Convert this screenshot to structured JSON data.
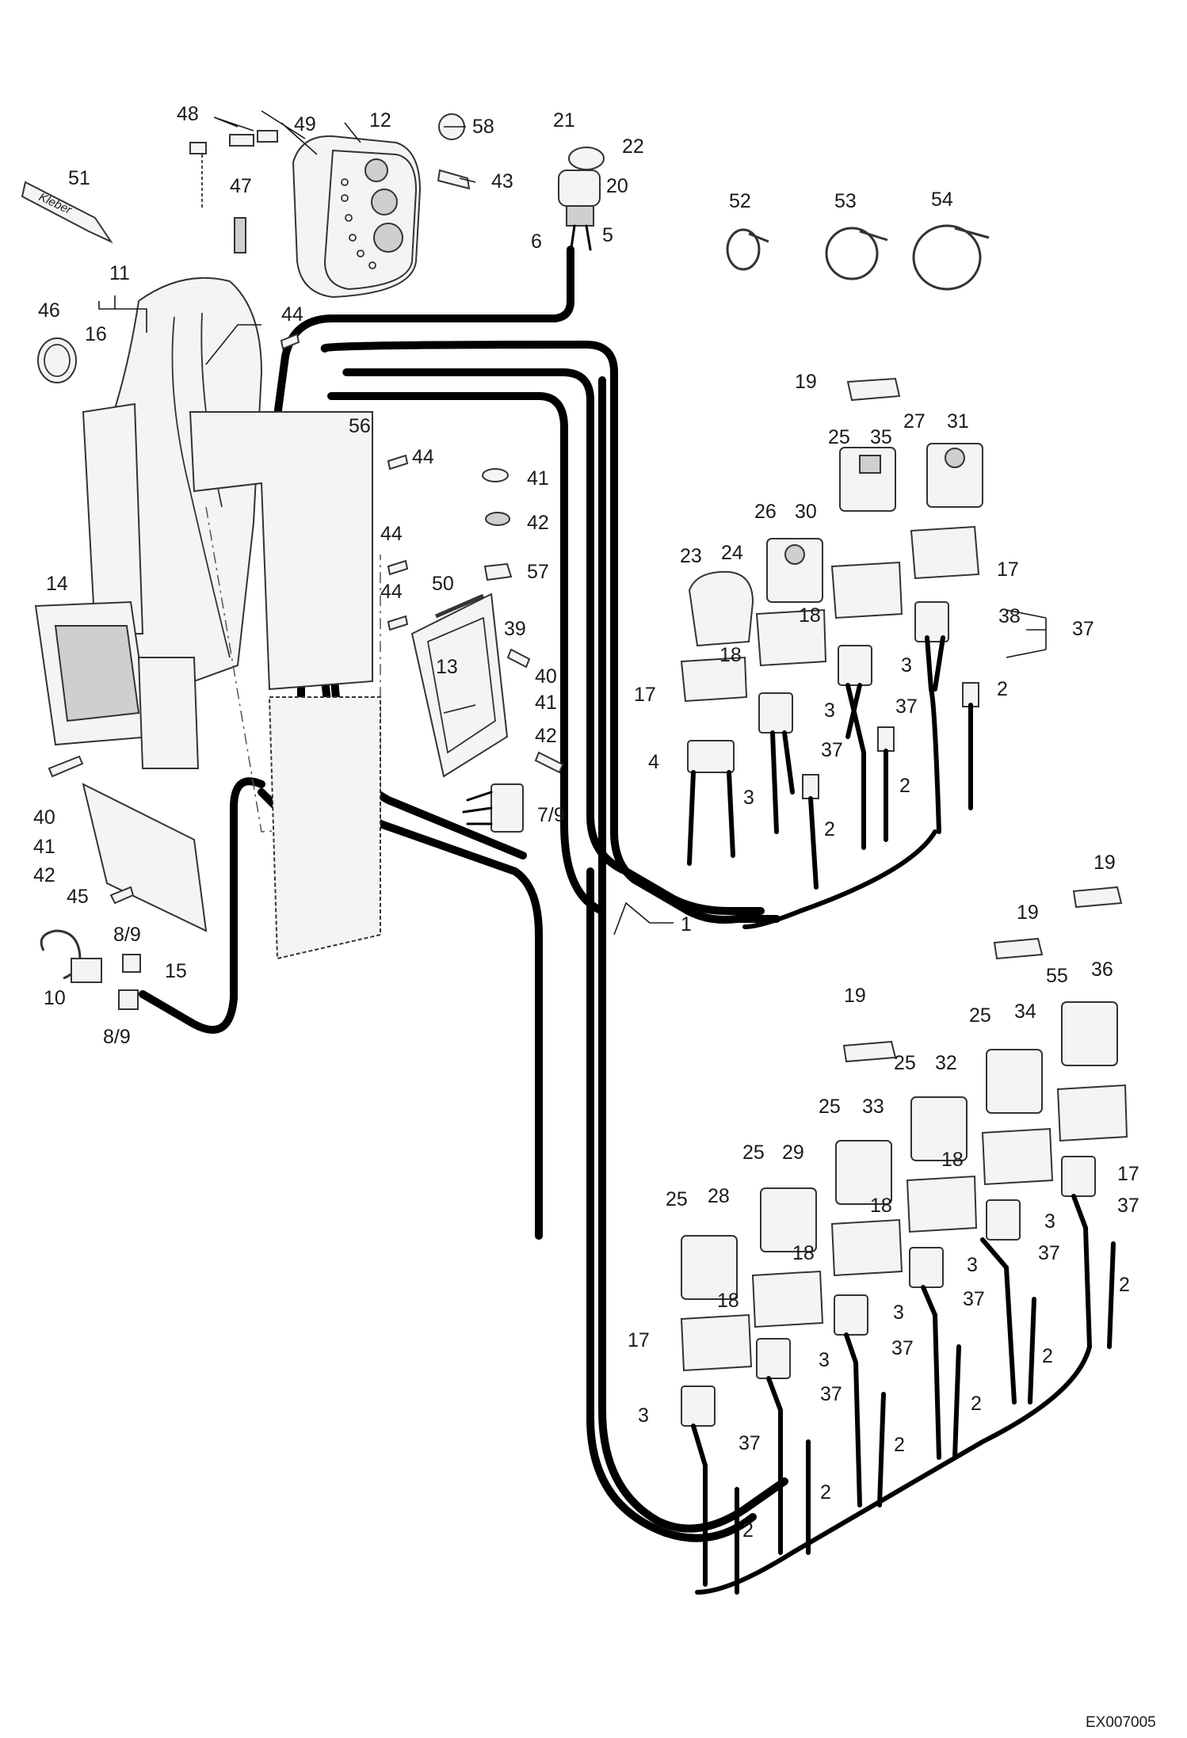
{
  "drawing_code": "EX007005",
  "label_kleber": "Kleber",
  "callouts": [
    {
      "id": "c48",
      "text": "48"
    },
    {
      "id": "c49",
      "text": "49"
    },
    {
      "id": "c12",
      "text": "12"
    },
    {
      "id": "c58",
      "text": "58"
    },
    {
      "id": "c21",
      "text": "21"
    },
    {
      "id": "c22",
      "text": "22"
    },
    {
      "id": "c20",
      "text": "20"
    },
    {
      "id": "c43",
      "text": "43"
    },
    {
      "id": "c51",
      "text": "51"
    },
    {
      "id": "c47",
      "text": "47"
    },
    {
      "id": "c6",
      "text": "6"
    },
    {
      "id": "c5",
      "text": "5"
    },
    {
      "id": "c52",
      "text": "52"
    },
    {
      "id": "c53",
      "text": "53"
    },
    {
      "id": "c54",
      "text": "54"
    },
    {
      "id": "c11",
      "text": "11"
    },
    {
      "id": "c46",
      "text": "46"
    },
    {
      "id": "c16",
      "text": "16"
    },
    {
      "id": "c44a",
      "text": "44"
    },
    {
      "id": "c56",
      "text": "56"
    },
    {
      "id": "c44b",
      "text": "44"
    },
    {
      "id": "c41a",
      "text": "41"
    },
    {
      "id": "c42a",
      "text": "42"
    },
    {
      "id": "c44c",
      "text": "44"
    },
    {
      "id": "c57",
      "text": "57"
    },
    {
      "id": "c44d",
      "text": "44"
    },
    {
      "id": "c50",
      "text": "50"
    },
    {
      "id": "c39",
      "text": "39"
    },
    {
      "id": "c14",
      "text": "14"
    },
    {
      "id": "c13",
      "text": "13"
    },
    {
      "id": "c40a",
      "text": "40"
    },
    {
      "id": "c41b",
      "text": "41"
    },
    {
      "id": "c42b",
      "text": "42"
    },
    {
      "id": "c7_9",
      "text": "7/9"
    },
    {
      "id": "c40b",
      "text": "40"
    },
    {
      "id": "c41c",
      "text": "41"
    },
    {
      "id": "c42c",
      "text": "42"
    },
    {
      "id": "c45",
      "text": "45"
    },
    {
      "id": "c15",
      "text": "15"
    },
    {
      "id": "c8_9a",
      "text": "8/9"
    },
    {
      "id": "c10",
      "text": "10"
    },
    {
      "id": "c8_9b",
      "text": "8/9"
    },
    {
      "id": "c1",
      "text": "1"
    },
    {
      "id": "u19",
      "text": "19"
    },
    {
      "id": "u25a",
      "text": "25"
    },
    {
      "id": "u35",
      "text": "35"
    },
    {
      "id": "u27",
      "text": "27"
    },
    {
      "id": "u31",
      "text": "31"
    },
    {
      "id": "u26",
      "text": "26"
    },
    {
      "id": "u30",
      "text": "30"
    },
    {
      "id": "u23",
      "text": "23"
    },
    {
      "id": "u24",
      "text": "24"
    },
    {
      "id": "u17a",
      "text": "17"
    },
    {
      "id": "u18a",
      "text": "18"
    },
    {
      "id": "u38",
      "text": "38"
    },
    {
      "id": "u37a",
      "text": "37"
    },
    {
      "id": "u18b",
      "text": "18"
    },
    {
      "id": "u3a",
      "text": "3"
    },
    {
      "id": "u17b",
      "text": "17"
    },
    {
      "id": "u2a",
      "text": "2"
    },
    {
      "id": "u3b",
      "text": "3"
    },
    {
      "id": "u37b",
      "text": "37"
    },
    {
      "id": "u4",
      "text": "4"
    },
    {
      "id": "u37c",
      "text": "37"
    },
    {
      "id": "u3c",
      "text": "3"
    },
    {
      "id": "u2b",
      "text": "2"
    },
    {
      "id": "u2c",
      "text": "2"
    },
    {
      "id": "l19a",
      "text": "19"
    },
    {
      "id": "l19b",
      "text": "19"
    },
    {
      "id": "l55",
      "text": "55"
    },
    {
      "id": "l36",
      "text": "36"
    },
    {
      "id": "l19c",
      "text": "19"
    },
    {
      "id": "l25a",
      "text": "25"
    },
    {
      "id": "l34",
      "text": "34"
    },
    {
      "id": "l25b",
      "text": "25"
    },
    {
      "id": "l32",
      "text": "32"
    },
    {
      "id": "l25c",
      "text": "25"
    },
    {
      "id": "l33",
      "text": "33"
    },
    {
      "id": "l25d",
      "text": "25"
    },
    {
      "id": "l29",
      "text": "29"
    },
    {
      "id": "l18a",
      "text": "18"
    },
    {
      "id": "l17a",
      "text": "17"
    },
    {
      "id": "l37a",
      "text": "37"
    },
    {
      "id": "l25e",
      "text": "25"
    },
    {
      "id": "l28",
      "text": "28"
    },
    {
      "id": "l18b",
      "text": "18"
    },
    {
      "id": "l3a",
      "text": "3"
    },
    {
      "id": "l18c",
      "text": "18"
    },
    {
      "id": "l37b",
      "text": "37"
    },
    {
      "id": "l2a",
      "text": "2"
    },
    {
      "id": "l18d",
      "text": "18"
    },
    {
      "id": "l3b",
      "text": "3"
    },
    {
      "id": "l37c",
      "text": "37"
    },
    {
      "id": "l17b",
      "text": "17"
    },
    {
      "id": "l3c",
      "text": "3"
    },
    {
      "id": "l37d",
      "text": "37"
    },
    {
      "id": "l2b",
      "text": "2"
    },
    {
      "id": "l3d",
      "text": "3"
    },
    {
      "id": "l3e",
      "text": "3"
    },
    {
      "id": "l37e",
      "text": "37"
    },
    {
      "id": "l2c",
      "text": "2"
    },
    {
      "id": "l37f",
      "text": "37"
    },
    {
      "id": "l2d",
      "text": "2"
    },
    {
      "id": "l2e",
      "text": "2"
    },
    {
      "id": "l2f",
      "text": "2"
    }
  ]
}
